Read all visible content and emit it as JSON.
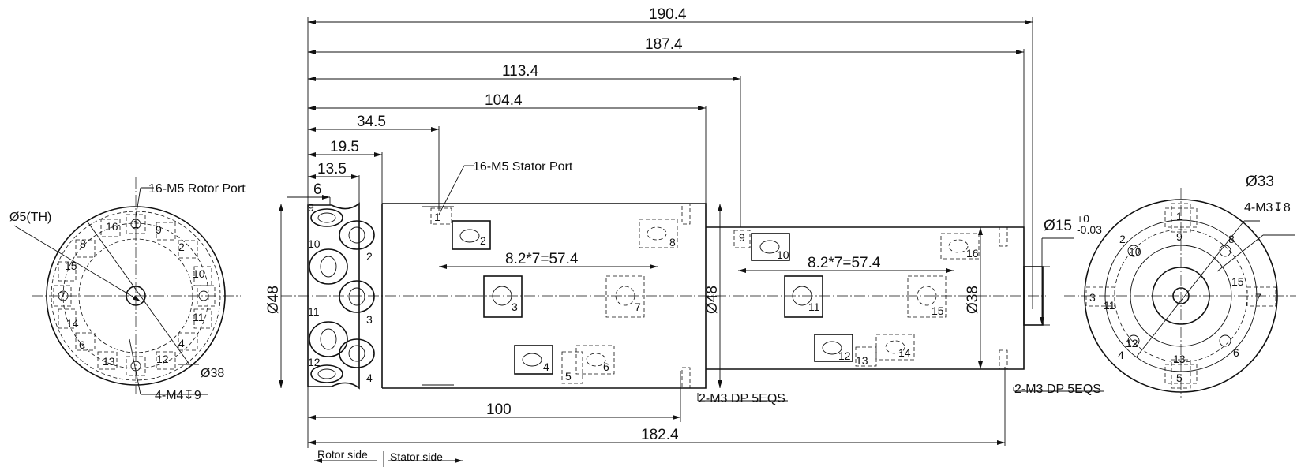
{
  "dimensions": {
    "d190": "190.4",
    "d187": "187.4",
    "d113": "113.4",
    "d104": "104.4",
    "d34": "34.5",
    "d19": "19.5",
    "d13": "13.5",
    "d6": "6",
    "d100": "100",
    "d182": "182.4",
    "pitch_rotor": "8.2*7=57.4",
    "pitch_stator": "8.2*7=57.4",
    "dia48_left": "Ø48",
    "dia48_mid": "Ø48",
    "dia38_mid": "Ø38",
    "dia15": "Ø15",
    "dia15_tol_upper": "+0",
    "dia15_tol_lower": "-0.03",
    "dia5": "Ø5(TH)",
    "dia38_left": "Ø38",
    "dia33": "Ø33"
  },
  "callouts": {
    "rotor_port": "16-M5  Rotor Port",
    "stator_port": "16-M5  Stator Port",
    "m4": "4-M4↧9",
    "m3_right": "4-M3↧8",
    "m3_dp_mid": "2-M3 DP 5EQS",
    "m3_dp_right": "2-M3 DP 5EQS",
    "rotor_side": "Rotor side",
    "stator_side": "Stator side"
  },
  "ports": {
    "rotor_face": [
      "9",
      "10",
      "11",
      "12",
      "2",
      "3",
      "4"
    ],
    "body_a": [
      "1",
      "2",
      "3",
      "4",
      "5",
      "6",
      "7",
      "8"
    ],
    "body_b": [
      "9",
      "10",
      "11",
      "12",
      "13",
      "14",
      "15",
      "16"
    ],
    "left_view": [
      "1",
      "9",
      "2",
      "10",
      "11",
      "4",
      "12",
      "13",
      "6",
      "14",
      "7",
      "15",
      "8",
      "16"
    ],
    "right_view": [
      "1",
      "9",
      "2",
      "10",
      "8",
      "3",
      "11",
      "15",
      "7",
      "4",
      "12",
      "13",
      "5",
      "6"
    ]
  }
}
